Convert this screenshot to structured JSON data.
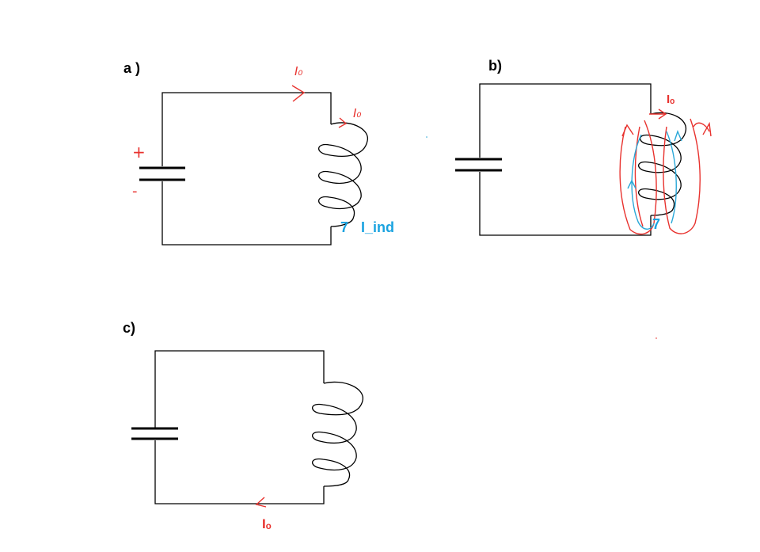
{
  "panels": {
    "a": {
      "label": "a )",
      "plus": "+",
      "minus": "-",
      "current_top": "I₀",
      "current_coil": "I₀",
      "induced": "I_ind",
      "induced_arrow": "7"
    },
    "b": {
      "label": "b)",
      "current": "Iₒ",
      "blue_mark": "7"
    },
    "c": {
      "label": "c)",
      "current": "Iₒ",
      "arrow": "<"
    }
  },
  "colors": {
    "wire": "#000000",
    "red_annotation": "#e8322e",
    "blue_annotation": "#1aa3e0"
  }
}
